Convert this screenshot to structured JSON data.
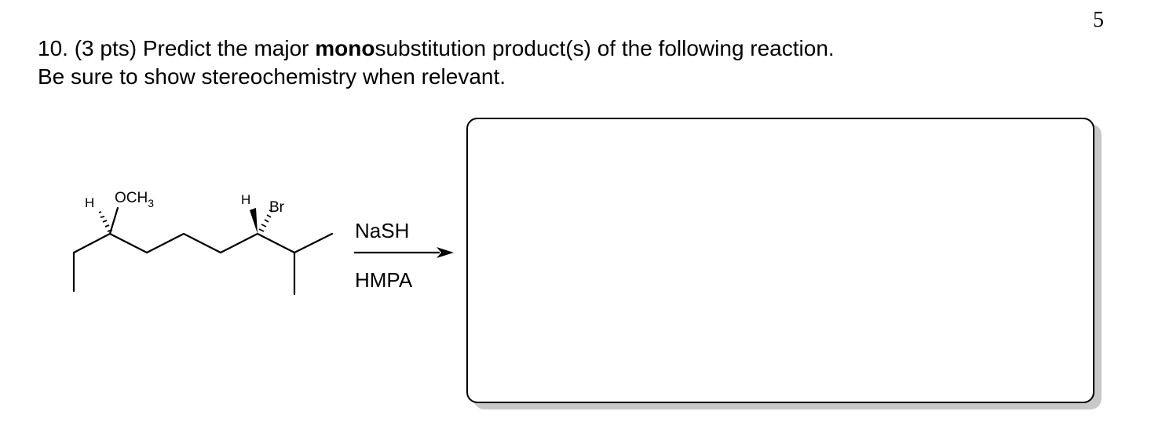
{
  "page_number": "5",
  "question": {
    "prefix": "10. (3 pts) Predict the major ",
    "bold": "mono",
    "suffix": "substitution product(s) of the following reaction.",
    "line2": "Be sure to show stereochemistry when relevant."
  },
  "molecule": {
    "h_label_1": "H",
    "substituent_1": "OCH",
    "substituent_1_subscript": "3",
    "h_label_2": "H",
    "substituent_2": "Br"
  },
  "reaction": {
    "reagent": "NaSH",
    "solvent": "HMPA"
  }
}
